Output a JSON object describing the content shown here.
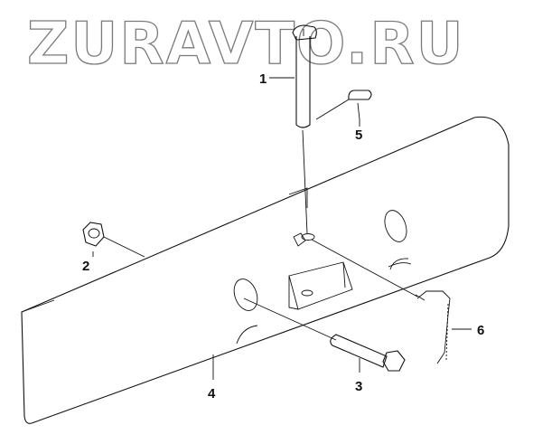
{
  "watermark": "ZURAVTO.RU",
  "corner_code": "",
  "parts": [
    {
      "ref": "1",
      "part": "pin"
    },
    {
      "ref": "2",
      "part": "nut"
    },
    {
      "ref": "3",
      "part": "bolt"
    },
    {
      "ref": "4",
      "part": "beam"
    },
    {
      "ref": "5",
      "part": "clip"
    },
    {
      "ref": "6",
      "part": "wire"
    }
  ]
}
